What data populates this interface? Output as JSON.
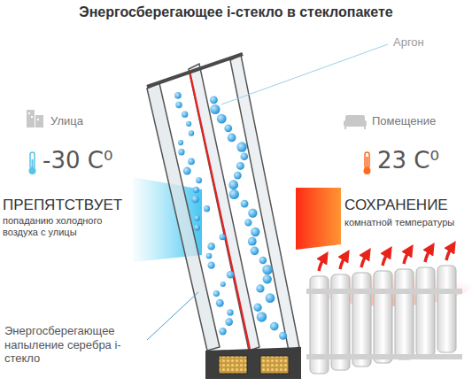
{
  "diagram": {
    "title": "Энергосберегающее i-стекло в стеклопакете",
    "labels": [
      "Аргон",
      "Улица",
      "-30 C⁰",
      "ПРЕПЯТСТВУЕТ",
      "попаданию холодного воздуха с улицы",
      "Помещение",
      "23 C⁰",
      "СОХРАНЕНИЕ",
      "комнатной температуры",
      "Энергосберегающее напыление серебра i-стекло"
    ]
  }
}
